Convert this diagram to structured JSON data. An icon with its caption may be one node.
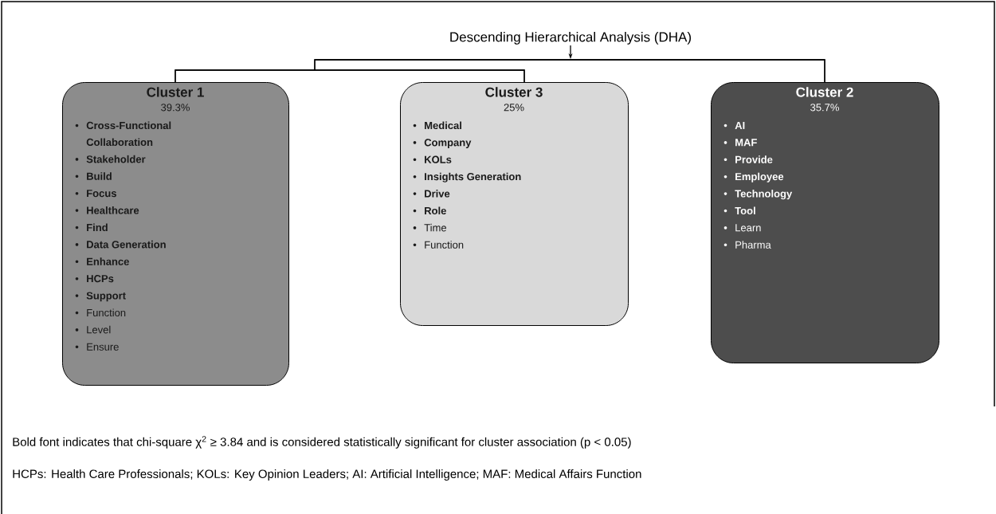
{
  "diagram": {
    "nodes": [
      {
        "text": [
          "Descending Hierarchical Analysis (DHA)"
        ]
      },
      {
        "text": [
          "Cluster 1",
          "39.3%",
          "**Cross-Functional Collaboration**",
          "**Stakeholder**",
          "**Build**",
          "**Focus**",
          "**Healthcare**",
          "**Find**",
          "**Data Generation**",
          "**Enhance**",
          "**HCPs**",
          "**Support**",
          "Function",
          "Level",
          "Ensure"
        ]
      },
      {
        "text": [
          "Cluster 3",
          "25%",
          "**Medical**",
          "**Company**",
          "**KOLs**",
          "**Insights Generation**",
          "**Drive**",
          "**Role**",
          "Time",
          "Function"
        ]
      },
      {
        "text": [
          "Cluster 2",
          "35.7%",
          "**AI**",
          "**MAF**",
          "**Provide**",
          "**Employee**",
          "**Technology**",
          "**Tool**",
          "Learn",
          "Pharma"
        ]
      }
    ],
    "edges": [
      {
        "from": 0,
        "to": null,
        "arrow": "to"
      },
      {
        "from": 1,
        "to": 2,
        "arrow": "none"
      },
      {
        "from": 1,
        "to": 3,
        "arrow": "none"
      },
      {
        "from": 2,
        "to": 3,
        "arrow": "none"
      }
    ],
    "labels": [
      "Bold font indicates that chi-square χ$^{2}$ ≥ 3.84 and is considered statistically significant for cluster association (p < 0.05)",
      "HCPs: Health Care Professionals; KOLs: Key Opinion Leaders; AI: Artificial Intelligence; MAF: Medical Affairs Function"
    ]
  }
}
